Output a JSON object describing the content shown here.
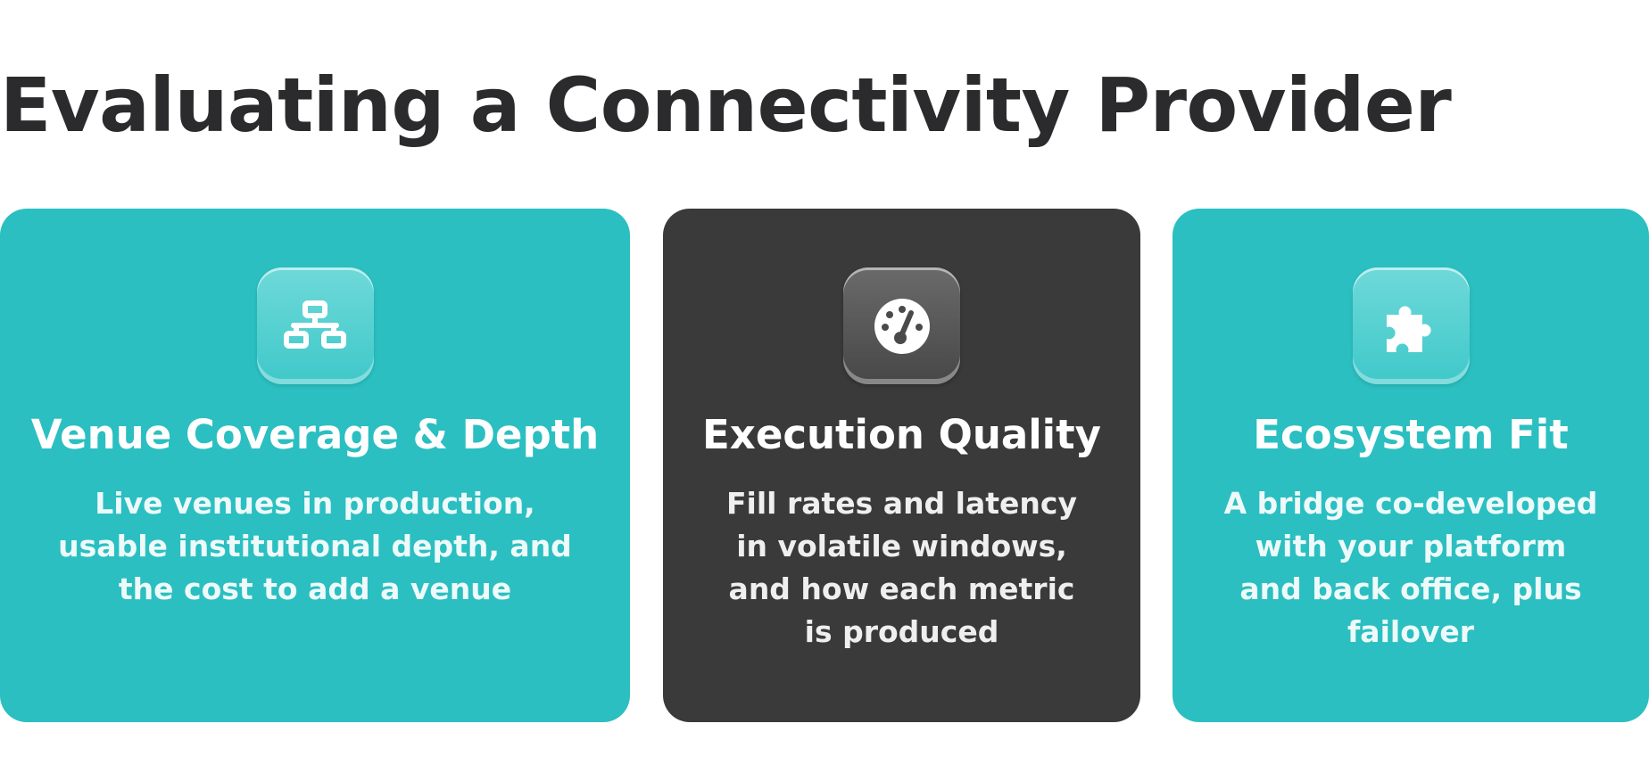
{
  "header": {
    "title": "Evaluating a Connectivity Provider"
  },
  "cards": [
    {
      "icon": "network-icon",
      "title": "Venue Coverage & Depth",
      "description": "Live venues in production, usable institutional depth, and the cost to add a venue",
      "background": "#2bbfc1"
    },
    {
      "icon": "gauge-icon",
      "title": "Execution Quality",
      "description": "Fill rates and latency in volatile windows, and how each metric is produced",
      "background": "#3a3a3b"
    },
    {
      "icon": "puzzle-icon",
      "title": "Ecosystem Fit",
      "description": "A bridge co-developed with your platform and back office, plus failover",
      "background": "#2bbfc1"
    }
  ],
  "colors": {
    "accent_teal": "#2bbfc1",
    "dark_card": "#3a3a3b",
    "title_text": "#2b2b2d"
  }
}
